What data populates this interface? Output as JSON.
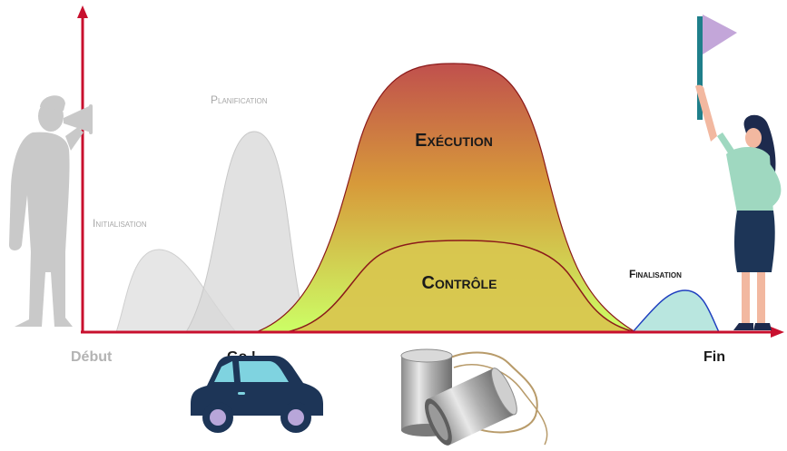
{
  "phases": {
    "initialisation": "Initialisation",
    "planification": "Planification",
    "execution": "Exécution",
    "controle": "Contrôle",
    "finalisation": "Finalisation"
  },
  "axis": {
    "start": "Début",
    "go": "Go !",
    "end": "Fin"
  },
  "colors": {
    "axis": "#c8102e",
    "ghost_phase": "#d9d9d9",
    "execution_top": "#c0504d",
    "execution_bottom": "#ccff66",
    "controle_fill": "#d6c455",
    "controle_stroke": "#8b1a1a",
    "finalisation_stroke": "#1f3fbf",
    "finalisation_fill": "#b7e4e0",
    "person_gray": "#c9c9c9",
    "flag": "#c3a6d9",
    "car_body": "#1d3557",
    "car_window": "#7fd3e0",
    "car_wheel": "#b8a6d9"
  },
  "icons": {
    "announcer": "person-megaphone-icon",
    "woman": "woman-with-flag-icon",
    "car": "car-icon",
    "cans": "tin-can-telephone-icon"
  }
}
